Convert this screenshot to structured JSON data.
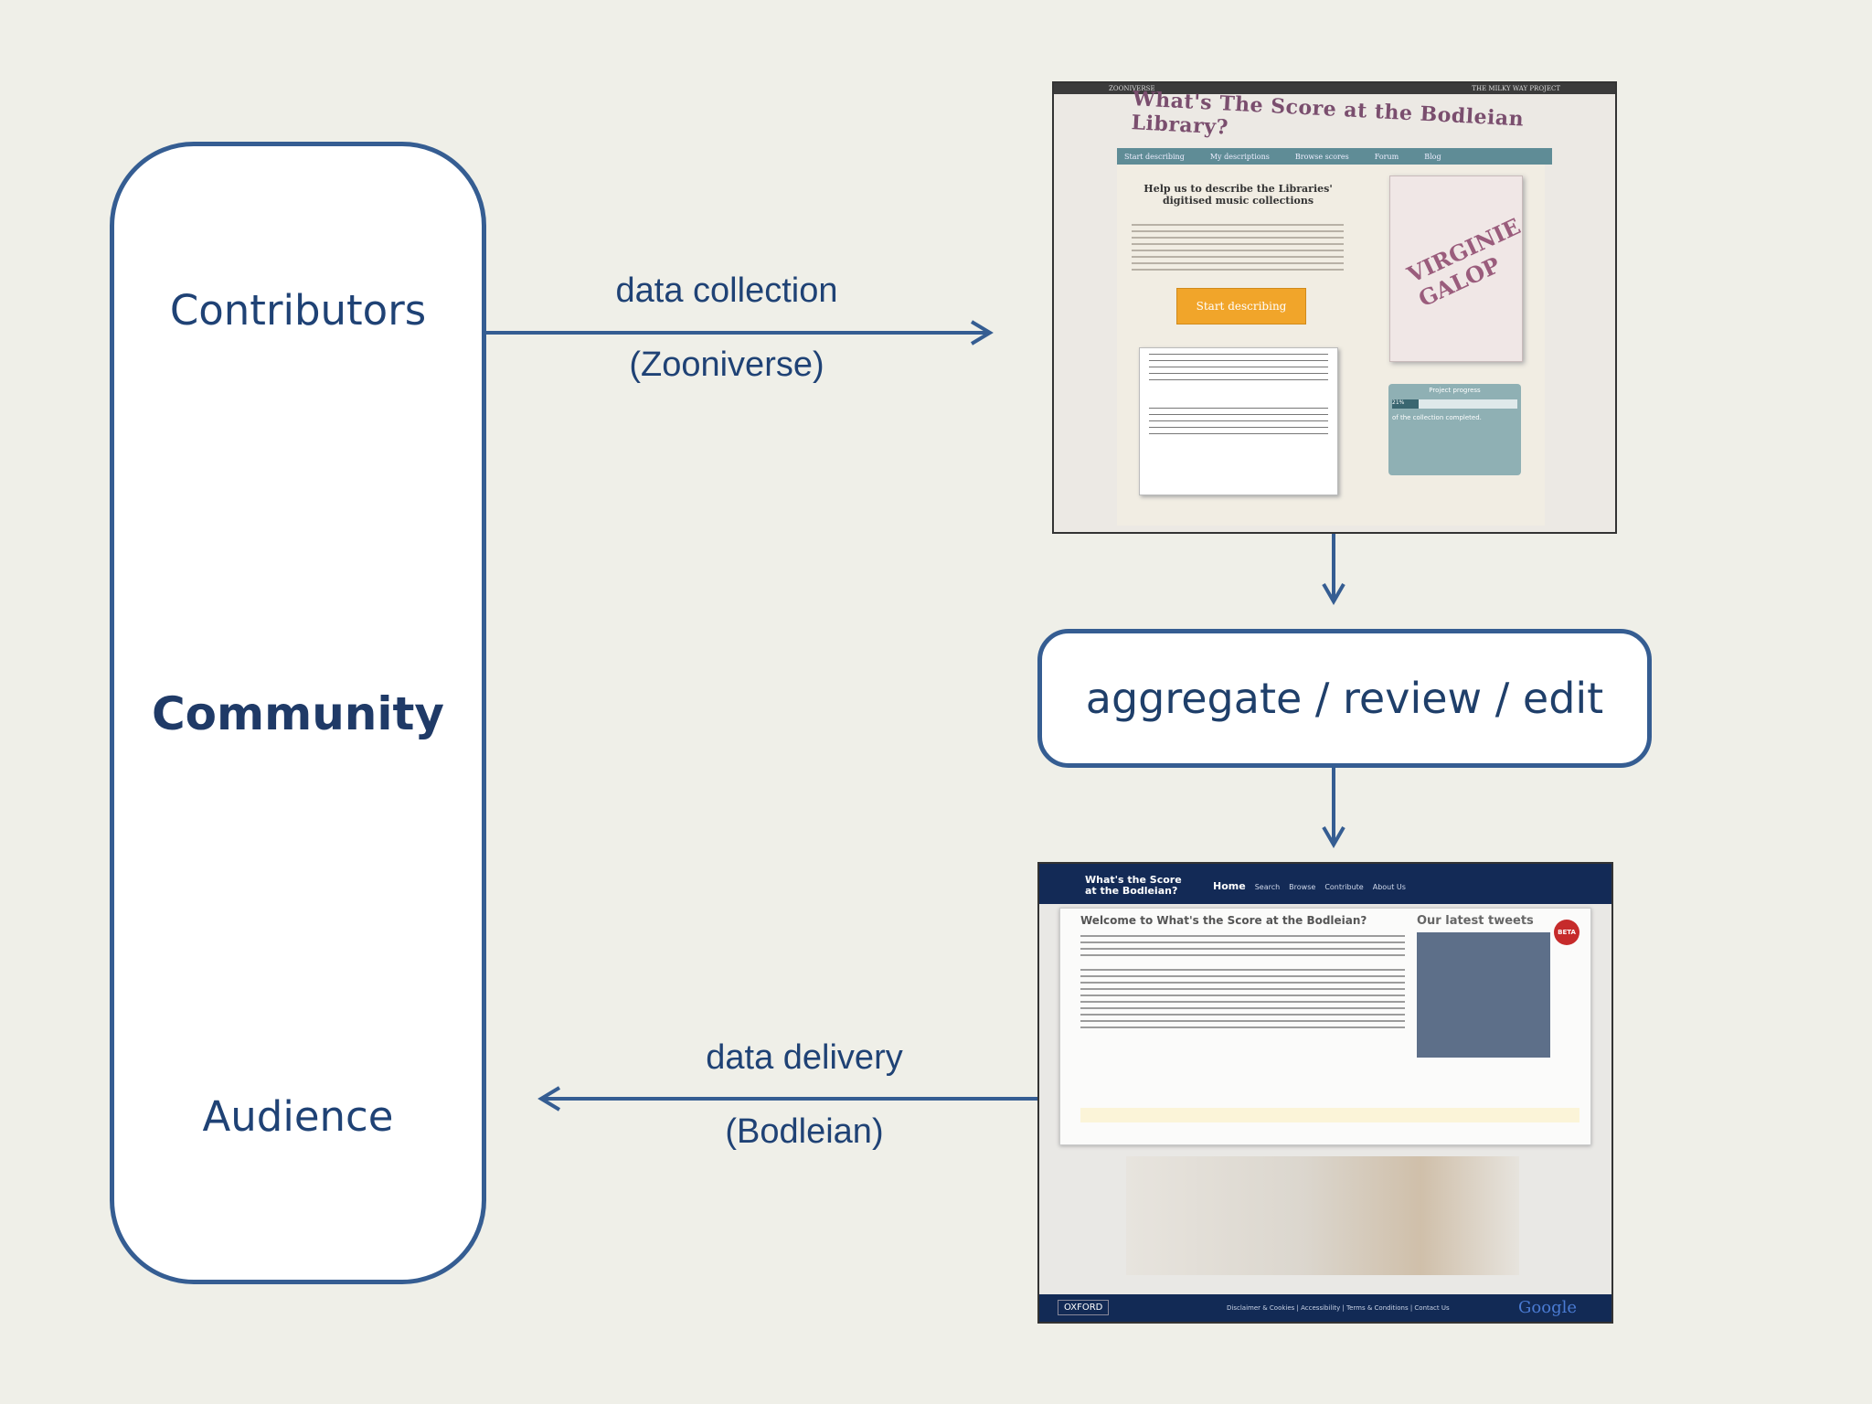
{
  "community": {
    "contributors": "Contributors",
    "community": "Community",
    "audience": "Audience"
  },
  "arrows": {
    "collection_label": "data collection",
    "collection_sub": "(Zooniverse)",
    "delivery_label": "data delivery",
    "delivery_sub": "(Bodleian)"
  },
  "process": {
    "label": "aggregate / review / edit"
  },
  "zooniverse_screenshot": {
    "title": "What's The Score at the Bodleian Library?",
    "nav": [
      "Start describing",
      "My descriptions",
      "Browse scores",
      "Forum",
      "Blog"
    ],
    "heading": "Help us to describe the Libraries' digitised music collections",
    "button": "Start describing",
    "cover_text": "VIRGINIE GALOP",
    "progress_title": "Project progress",
    "progress_percent": "21%",
    "progress_text": "of the collection completed."
  },
  "bodleian_screenshot": {
    "logo": "What's the Score at the Bodleian?",
    "nav_home": "Home",
    "nav": [
      "Search",
      "Browse",
      "Contribute",
      "About Us"
    ],
    "welcome": "Welcome to What's the Score at the Bodleian?",
    "tweets_heading": "Our latest tweets",
    "beta": "BETA",
    "footer_oxford": "OXFORD",
    "footer_links": "Disclaimer & Cookies | Accessibility | Terms & Conditions | Contact Us",
    "footer_google": "Google"
  },
  "colors": {
    "accent": "#355d92",
    "background": "#efefe8",
    "text": "#1f3f6a"
  }
}
